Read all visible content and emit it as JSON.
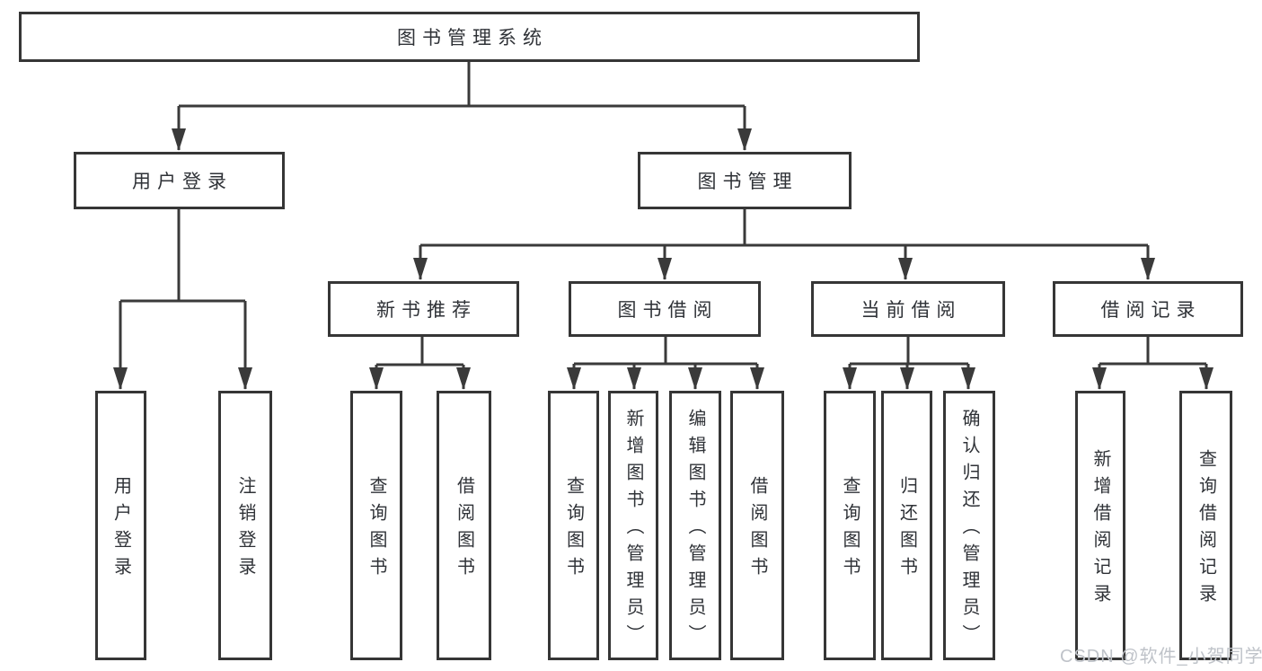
{
  "diagram": {
    "title_node": {
      "label": "图书管理系统"
    },
    "level2": [
      {
        "label": "用户登录"
      },
      {
        "label": "图书管理"
      }
    ],
    "level3": [
      {
        "label": "新书推荐"
      },
      {
        "label": "图书借阅"
      },
      {
        "label": "当前借阅"
      },
      {
        "label": "借阅记录"
      }
    ],
    "leaves": [
      {
        "label": "用户登录"
      },
      {
        "label": "注销登录"
      },
      {
        "label": "查询图书"
      },
      {
        "label": "借阅图书"
      },
      {
        "label": "查询图书"
      },
      {
        "label": "新增图书（管理员）"
      },
      {
        "label": "编辑图书（管理员）"
      },
      {
        "label": "借阅图书"
      },
      {
        "label": "查询图书"
      },
      {
        "label": "归还图书"
      },
      {
        "label": "确认归还（管理员）"
      },
      {
        "label": "新增借阅记录"
      },
      {
        "label": "查询借阅记录"
      }
    ],
    "colors": {
      "line": "#3a3a3a",
      "border": "#363636",
      "text": "#2f3237",
      "watermark": "#bfc3c9",
      "background": "#ffffff"
    }
  },
  "watermark": {
    "text": "CSDN @软件_小贺同学"
  }
}
